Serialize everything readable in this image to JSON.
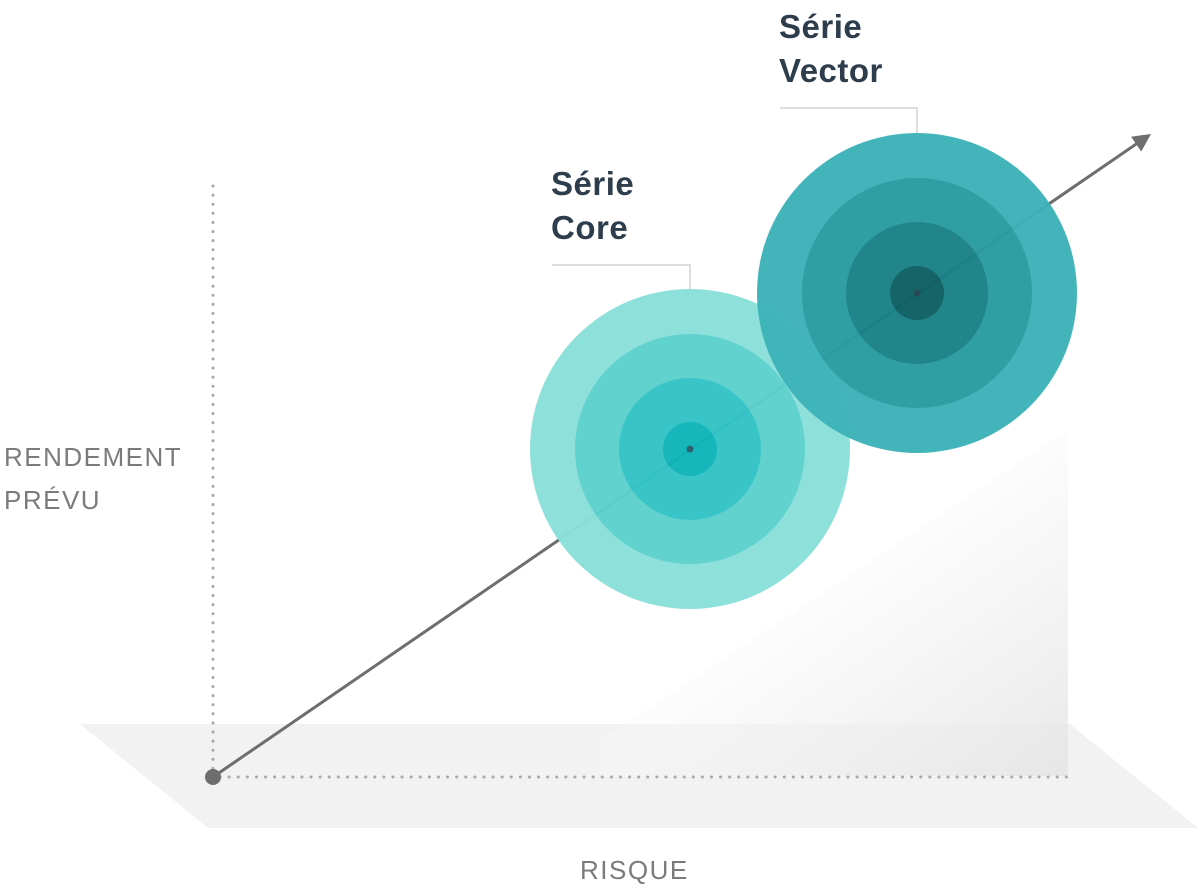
{
  "diagram": {
    "y_axis_label": "RENDEMENT\nPRÉVU",
    "x_axis_label": "RISQUE",
    "series": [
      {
        "label": "Série\nCore",
        "rings": [
          "#8be0da",
          "#5dd1cd",
          "#33c4c7",
          "#0fb4b9"
        ]
      },
      {
        "label": "Série\nVector",
        "rings": [
          "#3db3b8",
          "#2a9ca1",
          "#1a8287",
          "#0d6064"
        ]
      }
    ],
    "colors": {
      "floor": "#f2f2f2",
      "trend_arrow": "#6e6e6e",
      "axis_dots": "#a8a8a8",
      "leader_lines": "#dedede",
      "label_text": "#2e3d4b"
    }
  }
}
